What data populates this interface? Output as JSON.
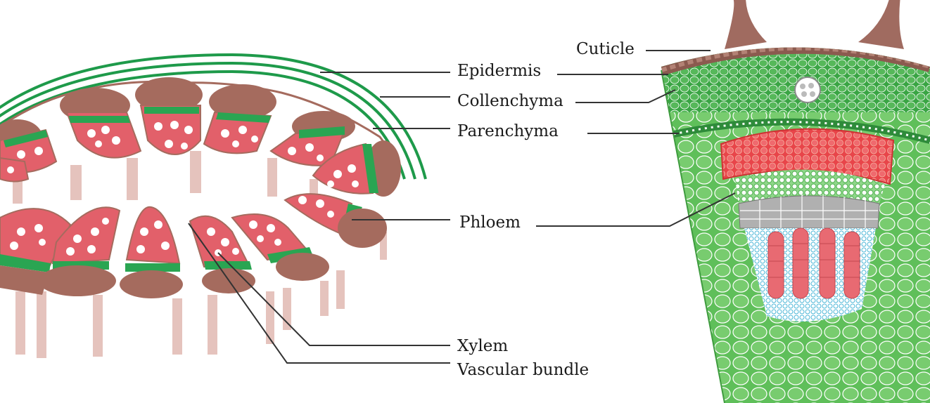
{
  "labels": {
    "cuticle": "Cuticle",
    "epidermis": "Epidermis",
    "collenchyma": "Collenchyma",
    "parenchyma": "Parenchyma",
    "phloem": "Phloem",
    "xylem": "Xylem",
    "vascular_bundle": "Vascular bundle"
  },
  "colors": {
    "epidermis_ring": "#1e9a4a",
    "sclerenchyma_cap": "#a56b5e",
    "phloem_band": "#2aa552",
    "xylem_tissue": "#e2606a",
    "xylem_vessel": "#ffffff",
    "stalk": "#e5c3bd",
    "cuticle": "#8b5a4f",
    "ground_tissue": "#5fbf5a",
    "cortex_red": "#e8454a",
    "cambium_grey": "#9a9a9a",
    "protoxylem_blue": "#9fd8ea",
    "leader_line": "#333333"
  }
}
